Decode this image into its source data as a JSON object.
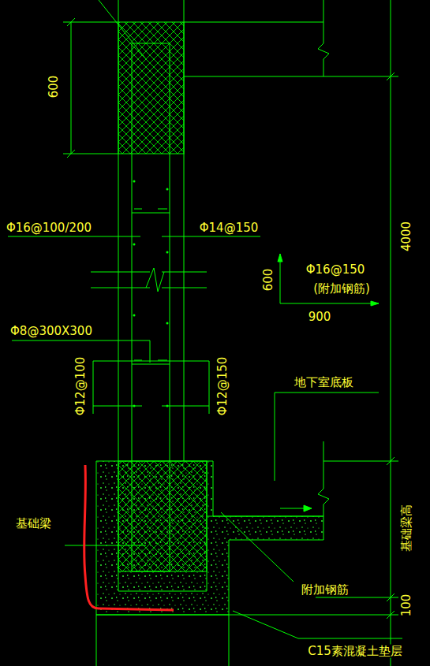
{
  "diagram": {
    "labels": [
      "600",
      "Φ16@100/200",
      "Φ14@150",
      "600",
      "Φ16@150",
      "(附加钢筋)",
      "4000",
      "900",
      "Φ8@300X300",
      "Φ12@100",
      "Φ12@150",
      "地下室底板",
      "基础梁",
      "基础梁高",
      "附加钢筋",
      "100",
      "C15素混凝土垫层"
    ]
  }
}
